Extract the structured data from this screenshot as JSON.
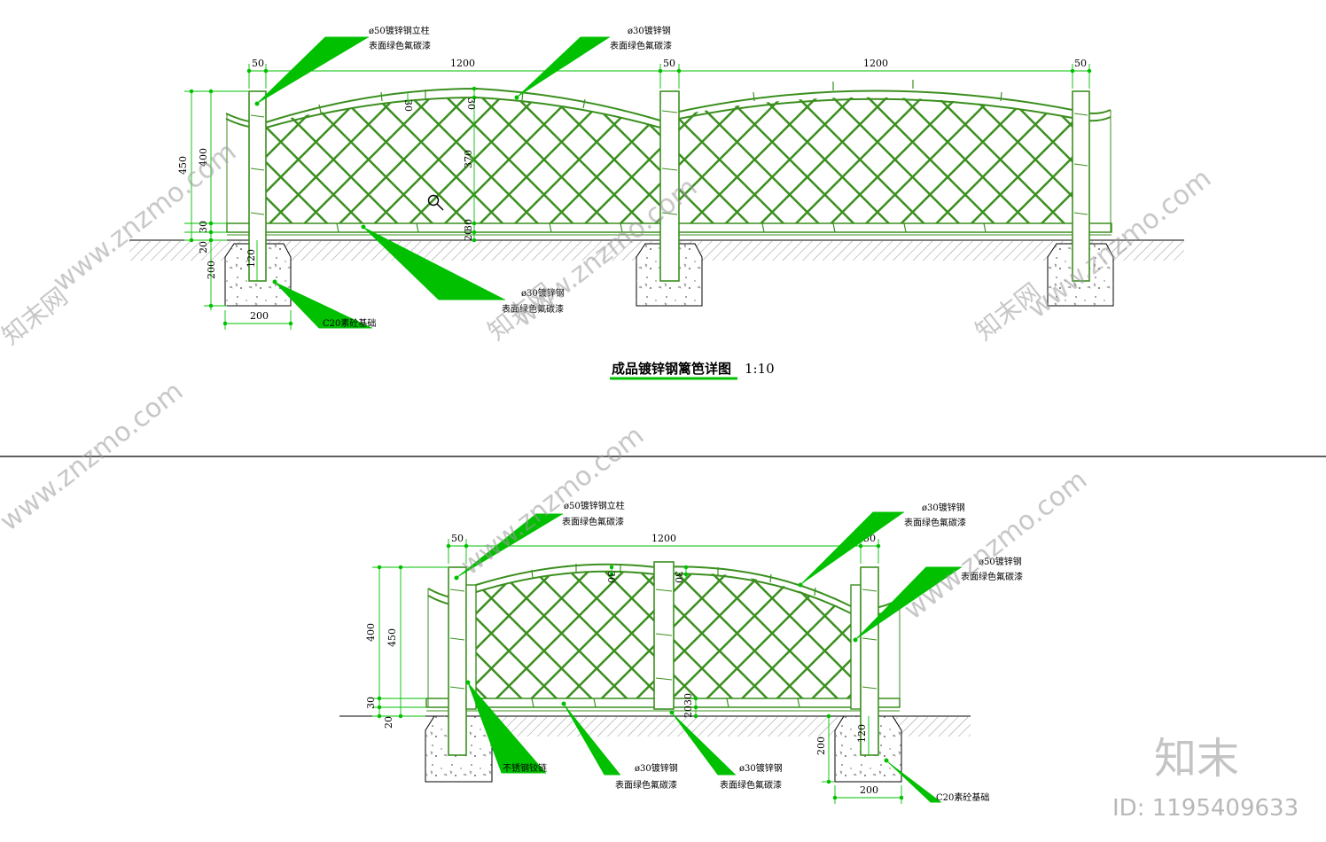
{
  "drawing_top": {
    "dims": {
      "post_w1": "50",
      "span1": "1200",
      "post_w2": "50",
      "span2": "1200",
      "post_w3": "50",
      "h450": "450",
      "h400": "400",
      "h30": "30",
      "h20": "20",
      "h200": "200",
      "h120": "120",
      "w200": "200",
      "d30a": "30",
      "d30b": "30",
      "d370": "370",
      "d20": "20",
      "d30c": "30"
    },
    "labels": {
      "post_l1": "ø50镀锌钢立柱",
      "post_l2": "表面绿色氟碳漆",
      "rail_l1": "ø30镀锌钢",
      "rail_l2": "表面绿色氟碳漆",
      "bottom_l1": "ø30镀锌钢",
      "bottom_l2": "表面绿色氟碳漆",
      "footing": "C20素砼基础"
    },
    "title": "成品镀锌钢篱笆详图",
    "scale": "1:10"
  },
  "drawing_bottom": {
    "dims": {
      "post_w1": "50",
      "span": "1200",
      "post_w2": "50",
      "h400": "400",
      "h450": "450",
      "h30": "30",
      "h20": "20",
      "h120": "120",
      "h200": "200",
      "w200": "200",
      "d30a": "30",
      "d30b": "30",
      "d20": "20",
      "d30c": "30"
    },
    "labels": {
      "post_l1": "ø50镀锌钢立柱",
      "post_l2": "表面绿色氟碳漆",
      "rail_l1": "ø30镀锌钢",
      "rail_l2": "表面绿色氟碳漆",
      "right_l1": "ø50镀锌钢",
      "right_l2": "表面绿色氟碳漆",
      "hinge": "不锈钢铰链",
      "b1_l1": "ø30镀锌钢",
      "b1_l2": "表面绿色氟碳漆",
      "b2_l1": "ø30镀锌钢",
      "b2_l2": "表面绿色氟碳漆",
      "footing": "C20素砼基础"
    }
  },
  "watermark": {
    "site": "www.znzmo.com",
    "brand": "知末网",
    "logo": "知末",
    "id": "ID: 1195409633"
  },
  "colors": {
    "fence": "#3b8f1f",
    "fence_light": "#7fc062",
    "leader": "#00c000",
    "line": "#000000"
  }
}
